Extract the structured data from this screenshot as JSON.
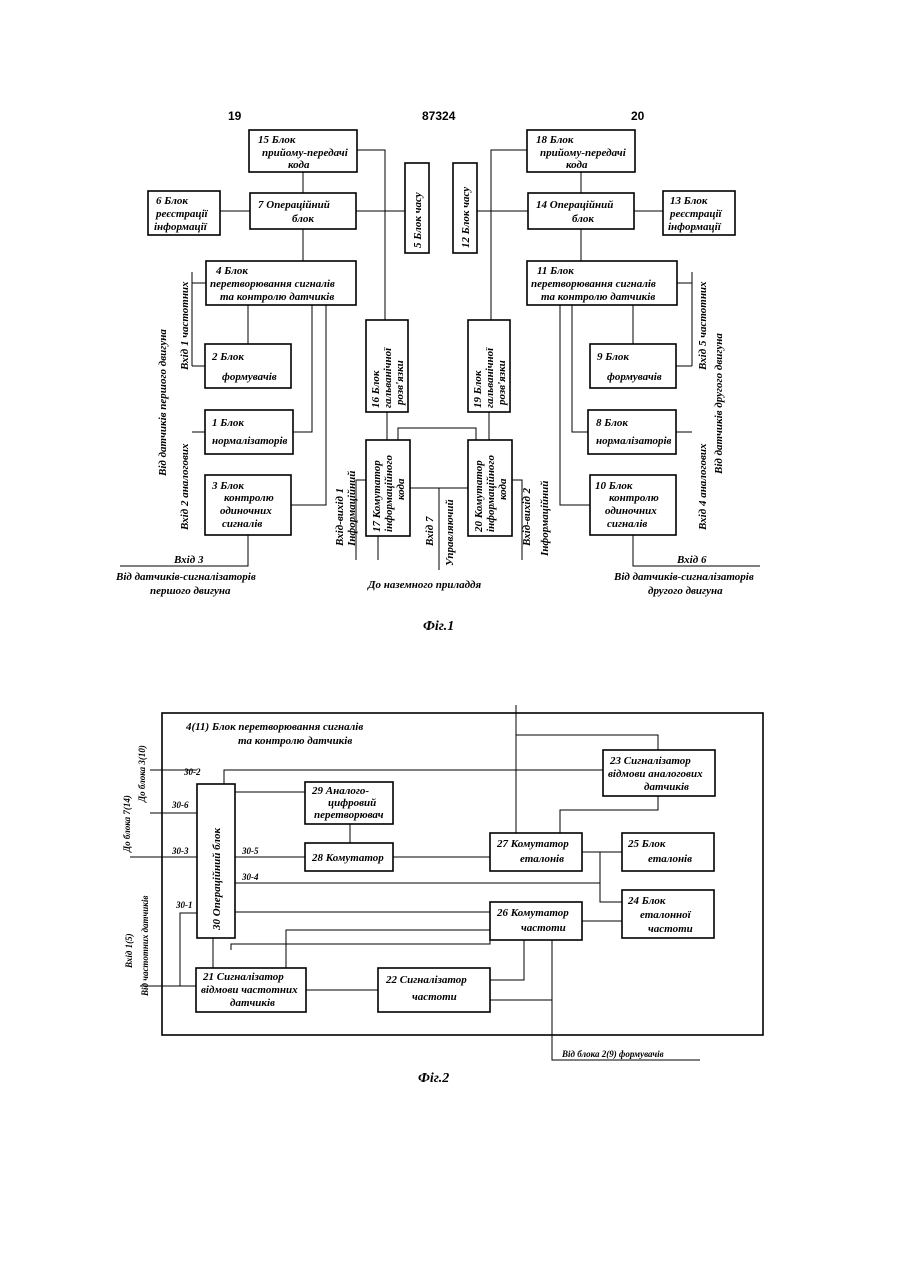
{
  "header": {
    "left_page": "19",
    "patent_number": "87324",
    "right_page": "20"
  },
  "fig1": {
    "caption": "Фіг.1",
    "blocks": {
      "b15": [
        "15  Блок",
        "прийому-передачі",
        "кода"
      ],
      "b18": [
        "18  Блок",
        "прийому-передачі",
        "кода"
      ],
      "b6": [
        "6  Блок",
        "реєстрації",
        "інформації"
      ],
      "b13": [
        "13  Блок",
        "реєстрації",
        "інформації"
      ],
      "b7": [
        "7  Операційний",
        "блок"
      ],
      "b14": [
        "14  Операційний",
        "блок"
      ],
      "b5": "5  Блок часу",
      "b12": "12  Блок часу",
      "b4": [
        "4          Блок",
        "перетворювання сигналів",
        "та контролю датчиків"
      ],
      "b11": [
        "11          Блок",
        "перетворювання сигналів",
        "та контролю датчиків"
      ],
      "b16": [
        "16  Блок",
        "гальванічної",
        "розв'язки"
      ],
      "b19": [
        "19  Блок",
        "гальванічної",
        "розв'язки"
      ],
      "b2": [
        "2   Блок",
        "формувачів"
      ],
      "b9": [
        "9   Блок",
        "формувачів"
      ],
      "b1": [
        "1   Блок",
        "нормалізаторів"
      ],
      "b8": [
        "8   Блок",
        "нормалізаторів"
      ],
      "b3": [
        "3   Блок",
        "контролю",
        "одиночних",
        "сигналів"
      ],
      "b10": [
        "10  Блок",
        "контролю",
        "одиночних",
        "сигналів"
      ],
      "b17": [
        "17  Комутатор",
        "інформаційного",
        "кода"
      ],
      "b20": [
        "20  Комутатор",
        "інформаційного",
        "кода"
      ]
    },
    "labels": {
      "in1": "Вхід 1  частотних",
      "in2": "Вхід 2  аналогових",
      "from_sensors_1": "Від датчиків першого двигуна",
      "in5": "Вхід 5  частотних",
      "in4": "Вхід 4  аналогових",
      "from_sensors_2": "Від датчиків другого двигуна",
      "io1": "Вхід-вихід 1",
      "info1": "Інформаційний",
      "in7": "Вхід 7",
      "control": "Управляючий",
      "io2": "Вхід-вихід 2",
      "info2": "Інформаційний",
      "in3": "Вхід 3",
      "in3_src1": "Від датчиків-сигналізаторів",
      "in3_src2": "першого двигуна",
      "in6": "Вхід 6",
      "in6_src1": "Від датчиків-сигналізаторів",
      "in6_src2": "другого двигуна",
      "ground": "До наземного приладдя"
    }
  },
  "fig2": {
    "caption": "Фіг.2",
    "title": [
      "4(11)      Блок перетворювання сигналів",
      "та контролю датчиків"
    ],
    "blocks": {
      "b23": [
        "23  Сигналізатор",
        "відмови аналогових",
        "датчиків"
      ],
      "b29": [
        "29  Аналого-",
        "цифровий",
        "перетворювач"
      ],
      "b28": "28  Комутатор",
      "b27": [
        "27  Комутатор",
        "еталонів"
      ],
      "b25": [
        "25  Блок",
        "еталонів"
      ],
      "b24": [
        "24  Блок",
        "еталонної",
        "частоти"
      ],
      "b26": [
        "26  Комутатор",
        "частоти"
      ],
      "b21": [
        "21  Сигналізатор",
        "відмови частотних",
        "датчиків"
      ],
      "b22": [
        "22  Сигналізатор",
        "частоти"
      ],
      "b30": "30    Операційний блок"
    },
    "ports": [
      "30-2",
      "30-6",
      "30-3",
      "30-5",
      "30-4",
      "30-1"
    ],
    "labels": {
      "to_block3": "До блока 3(10)",
      "to_block7": "До блока 7(14)",
      "in1": "Вхід 1(5)",
      "from_freq": "Від частотних датчиків",
      "from_block2": "Від блока 2(9) формувачів"
    }
  }
}
